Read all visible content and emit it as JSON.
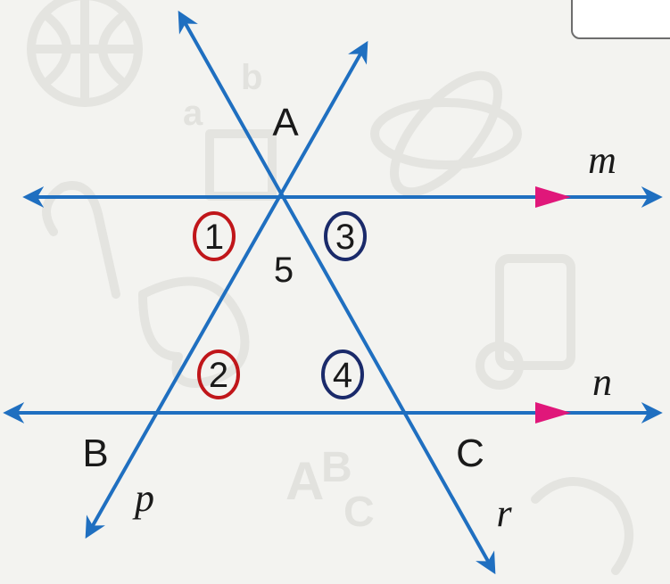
{
  "points": {
    "A": "A",
    "B": "B",
    "C": "C"
  },
  "lines": {
    "m": "m",
    "n": "n",
    "p": "p",
    "r": "r"
  },
  "angles": [
    {
      "label": "1",
      "ring_color": "#c0161a"
    },
    {
      "label": "2",
      "ring_color": "#c0161a"
    },
    {
      "label": "3",
      "ring_color": "#1a2a6a"
    },
    {
      "label": "4",
      "ring_color": "#1a2a6a"
    },
    {
      "label": "5",
      "ring_color": ""
    }
  ],
  "colors": {
    "line": "#1f6fc0",
    "parallel_marker": "#e0177a",
    "background": "#f3f3f0"
  }
}
